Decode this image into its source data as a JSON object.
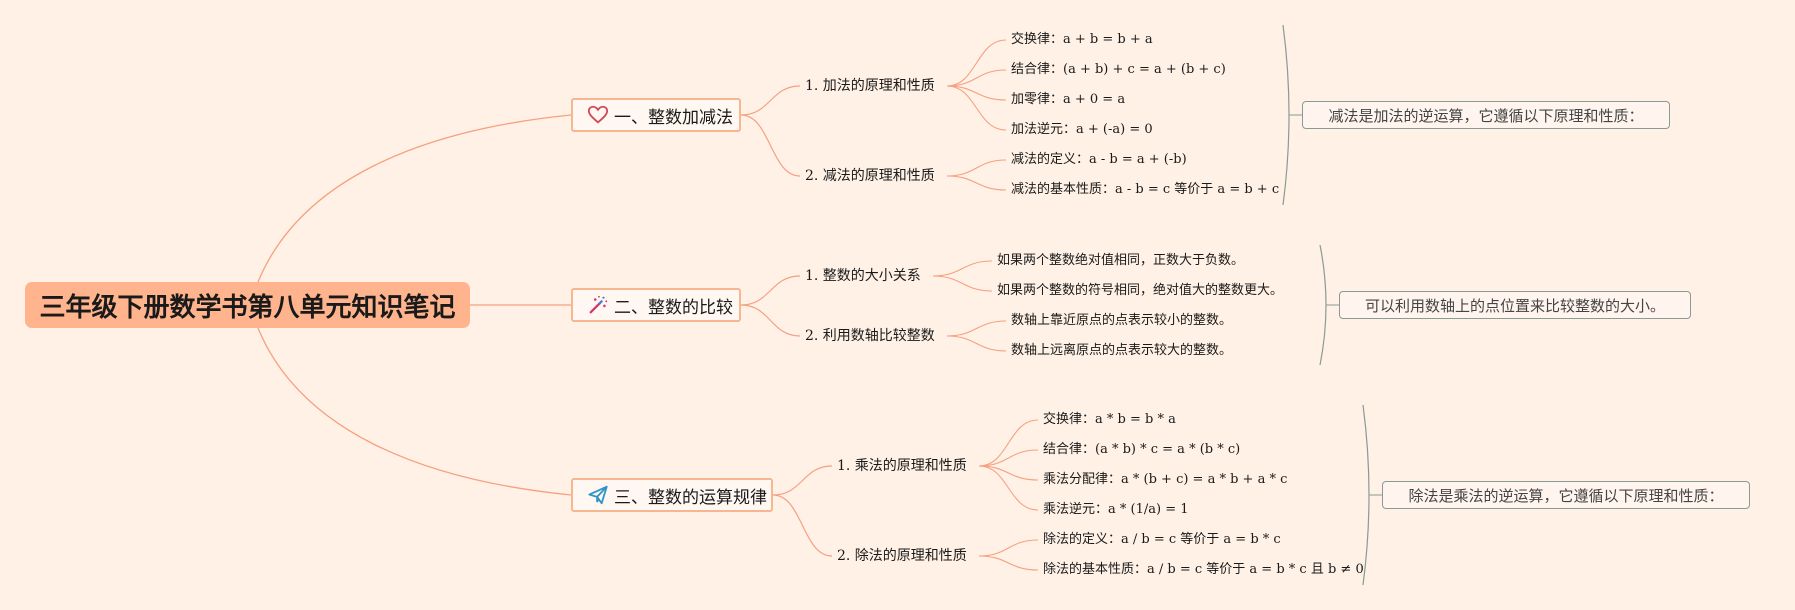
{
  "root": {
    "title": "三年级下册数学书第八单元知识笔记"
  },
  "colors": {
    "background": "#fff1e6",
    "root_fill": "#ffb48d",
    "link": "#f6a07e",
    "summary_border": "#8a9a94"
  },
  "branches": [
    {
      "label": "一、整数加减法",
      "icon": "heart-icon",
      "subs": [
        {
          "label": "1. 加法的原理和性质",
          "leaves": [
            "交换律：a + b = b + a",
            "结合律：(a + b) + c = a + (b + c)",
            "加零律：a + 0 = a",
            "加法逆元：a + (-a) = 0"
          ]
        },
        {
          "label": "2. 减法的原理和性质",
          "leaves": [
            "减法的定义：a - b = a + (-b)",
            "减法的基本性质：a - b = c 等价于 a = b + c"
          ]
        }
      ],
      "summary": "减法是加法的逆运算，它遵循以下原理和性质："
    },
    {
      "label": "二、整数的比较",
      "icon": "magic-wand-icon",
      "subs": [
        {
          "label": "1. 整数的大小关系",
          "leaves": [
            "如果两个整数绝对值相同，正数大于负数。",
            "如果两个整数的符号相同，绝对值大的整数更大。"
          ]
        },
        {
          "label": "2. 利用数轴比较整数",
          "leaves": [
            "数轴上靠近原点的点表示较小的整数。",
            "数轴上远离原点的点表示较大的整数。"
          ]
        }
      ],
      "summary": "可以利用数轴上的点位置来比较整数的大小。"
    },
    {
      "label": "三、整数的运算规律",
      "icon": "paper-plane-icon",
      "subs": [
        {
          "label": "1. 乘法的原理和性质",
          "leaves": [
            "交换律：a * b = b * a",
            "结合律：(a * b) * c = a * (b * c)",
            "乘法分配律：a * (b + c) = a * b + a * c",
            "乘法逆元：a * (1/a) = 1"
          ]
        },
        {
          "label": "2. 除法的原理和性质",
          "leaves": [
            "除法的定义：a / b = c 等价于 a = b * c",
            "除法的基本性质：a / b = c 等价于 a = b * c 且 b ≠ 0"
          ]
        }
      ],
      "summary": "除法是乘法的逆运算，它遵循以下原理和性质："
    }
  ]
}
